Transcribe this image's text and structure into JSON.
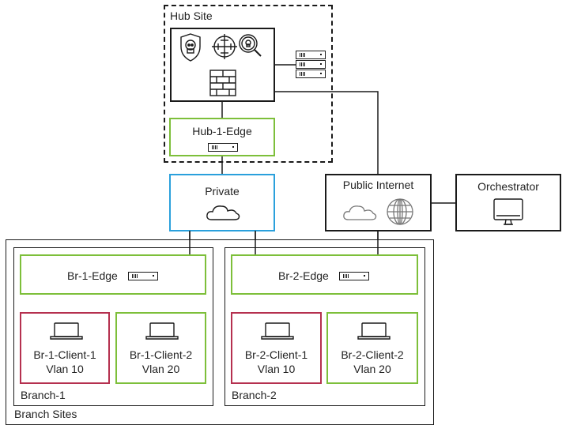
{
  "hub_site": {
    "label": "Hub Site",
    "security_icons": [
      "shield-skull-icon",
      "crosshair-icon",
      "magnifier-skull-icon",
      "firewall-icon"
    ],
    "servers_icon": "server-stack-icon",
    "edge": {
      "label": "Hub-1-Edge",
      "icon": "edge-device-icon"
    }
  },
  "private": {
    "label": "Private",
    "icon": "cloud-icon",
    "border_color": "#2aa0dc"
  },
  "public_internet": {
    "label": "Public Internet",
    "icons": [
      "cloud-icon",
      "globe-icon"
    ]
  },
  "orchestrator": {
    "label": "Orchestrator",
    "icon": "monitor-icon"
  },
  "branch_sites": {
    "label": "Branch Sites",
    "branches": [
      {
        "label": "Branch-1",
        "edge": {
          "label": "Br-1-Edge"
        },
        "clients": [
          {
            "name": "Br-1-Client-1",
            "vlan": "Vlan 10",
            "color": "#b5304f"
          },
          {
            "name": "Br-1-Client-2",
            "vlan": "Vlan 20",
            "color": "#7dbf3a"
          }
        ]
      },
      {
        "label": "Branch-2",
        "edge": {
          "label": "Br-2-Edge"
        },
        "clients": [
          {
            "name": "Br-2-Client-1",
            "vlan": "Vlan 10",
            "color": "#b5304f"
          },
          {
            "name": "Br-2-Client-2",
            "vlan": "Vlan 20",
            "color": "#7dbf3a"
          }
        ]
      }
    ]
  },
  "colors": {
    "edge": "#7dbf3a",
    "vlan10": "#b5304f",
    "vlan20": "#7dbf3a",
    "private": "#2aa0dc",
    "line": "#1a1a1a"
  }
}
